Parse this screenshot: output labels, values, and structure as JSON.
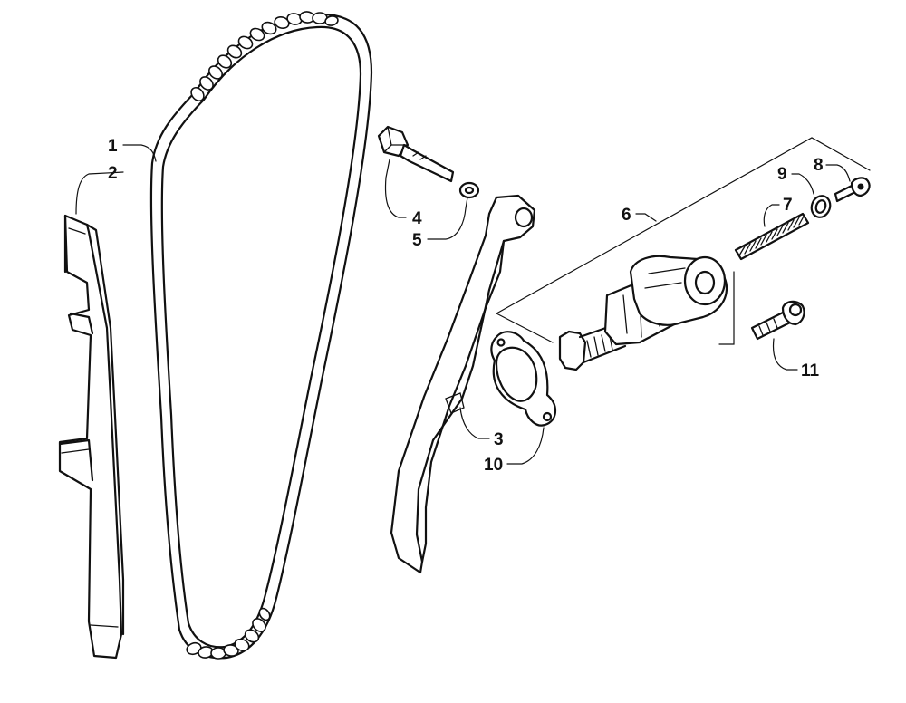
{
  "diagram": {
    "callouts": [
      {
        "id": "1",
        "text": "1"
      },
      {
        "id": "2",
        "text": "2"
      },
      {
        "id": "3",
        "text": "3"
      },
      {
        "id": "4",
        "text": "4"
      },
      {
        "id": "5",
        "text": "5"
      },
      {
        "id": "6",
        "text": "6"
      },
      {
        "id": "7",
        "text": "7"
      },
      {
        "id": "8",
        "text": "8"
      },
      {
        "id": "9",
        "text": "9"
      },
      {
        "id": "10",
        "text": "10"
      },
      {
        "id": "11",
        "text": "11"
      }
    ],
    "line_color": "#111111",
    "background_color": "#ffffff"
  }
}
